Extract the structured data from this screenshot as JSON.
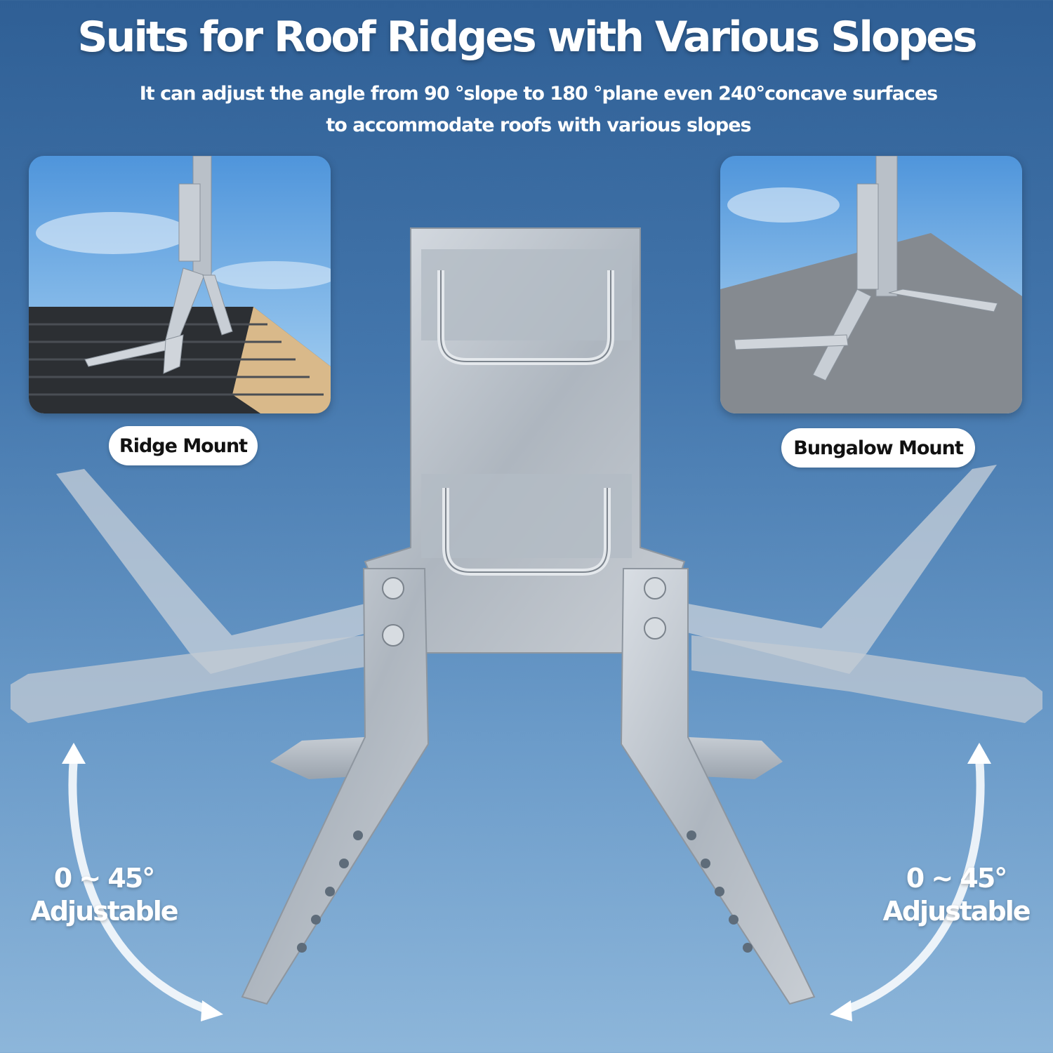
{
  "header": {
    "title": "Suits for Roof Ridges with Various Slopes",
    "subtitle_line1": "It can adjust the angle from 90 °slope to 180 °plane even 240°concave surfaces",
    "subtitle_line2": "to accommodate roofs with various slopes"
  },
  "panels": {
    "left_label": "Ridge Mount",
    "right_label": "Bungalow Mount"
  },
  "adjustment": {
    "left_angle": "0 ~ 45°",
    "left_text": "Adjustable",
    "right_angle": "0 ~ 45°",
    "right_text": "Adjustable"
  },
  "colors": {
    "background_top": "#2f5f95",
    "background_bottom": "#8db6da",
    "metal": "#b9c0c8",
    "label_bg": "#ffffff"
  }
}
